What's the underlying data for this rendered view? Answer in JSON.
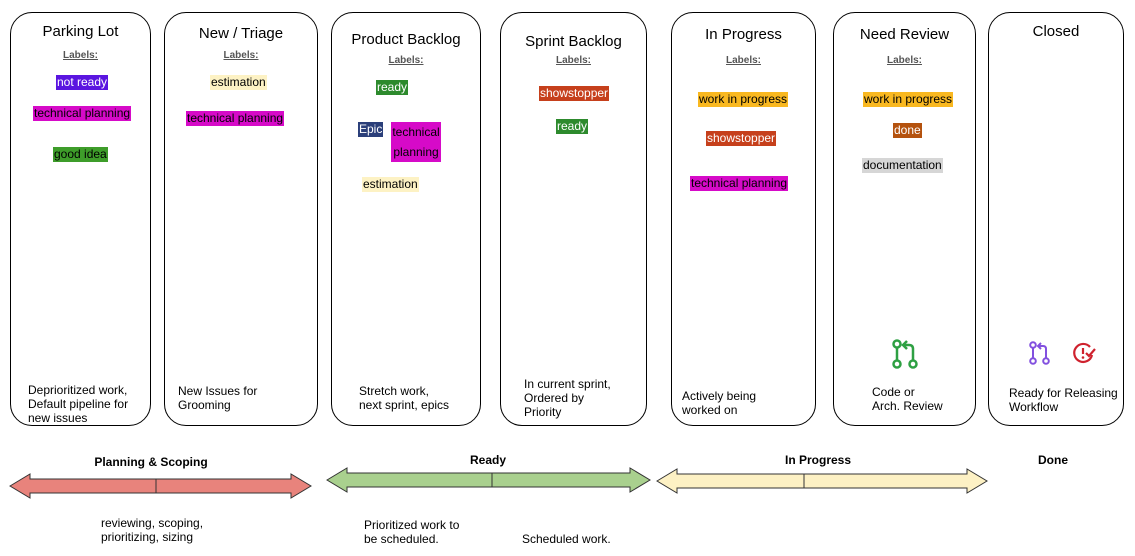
{
  "columns": [
    {
      "title": "Parking Lot",
      "labels_header": "Labels:",
      "description": "Deprioritized work,\nDefault pipeline for\nnew issues",
      "tags": [
        {
          "text": "not ready",
          "bg": "#5a15e0",
          "fg": "#ffffff"
        },
        {
          "text": "technical planning",
          "bg": "#d60ac8",
          "fg": "#000000"
        },
        {
          "text": "good idea",
          "bg": "#3e9d2a",
          "fg": "#000000"
        }
      ]
    },
    {
      "title": "New / Triage",
      "labels_header": "Labels:",
      "description": "New Issues for\nGrooming",
      "tags": [
        {
          "text": "estimation",
          "bg": "#fdf2c4",
          "fg": "#000000"
        },
        {
          "text": "technical planning",
          "bg": "#d60ac8",
          "fg": "#000000"
        }
      ]
    },
    {
      "title": "Product Backlog",
      "labels_header": "Labels:",
      "description": "Stretch work,\nnext sprint, epics",
      "tags": [
        {
          "text": "ready",
          "bg": "#2d8a2d",
          "fg": "#ffffff"
        },
        {
          "text": "Epic",
          "bg": "#2b3f7a",
          "fg": "#ffffff"
        },
        {
          "text": "technical\nplanning",
          "bg": "#d60ac8",
          "fg": "#000000"
        },
        {
          "text": "estimation",
          "bg": "#fdf2c4",
          "fg": "#000000"
        }
      ]
    },
    {
      "title": "Sprint Backlog",
      "labels_header": "Labels:",
      "description": "In current sprint,\nOrdered by\nPriority",
      "tags": [
        {
          "text": "showstopper",
          "bg": "#c6401c",
          "fg": "#ffffff"
        },
        {
          "text": "ready",
          "bg": "#2d8a2d",
          "fg": "#ffffff"
        }
      ]
    },
    {
      "title": "In Progress",
      "labels_header": "Labels:",
      "description": "Actively being\nworked on",
      "tags": [
        {
          "text": "work in progress",
          "bg": "#f9b820",
          "fg": "#000000"
        },
        {
          "text": "showstopper",
          "bg": "#c6401c",
          "fg": "#ffffff"
        },
        {
          "text": "technical planning",
          "bg": "#d60ac8",
          "fg": "#000000"
        }
      ]
    },
    {
      "title": "Need Review",
      "labels_header": "Labels:",
      "description": "Code or\nArch. Review",
      "tags": [
        {
          "text": "work in progress",
          "bg": "#f9b820",
          "fg": "#000000"
        },
        {
          "text": "done",
          "bg": "#b4520e",
          "fg": "#ffffff"
        },
        {
          "text": "documentation",
          "bg": "#d6d6d6",
          "fg": "#000000"
        }
      ]
    },
    {
      "title": "Closed",
      "labels_header": "",
      "description": "Ready for Releasing\nWorkflow",
      "tags": []
    }
  ],
  "icons": {
    "review": "pull-request-icon",
    "closed": [
      "merged-pr-icon",
      "closed-issue-icon"
    ]
  },
  "bands": [
    {
      "title": "Planning & Scoping",
      "fill": "#e8837c",
      "description": "reviewing, scoping,\nprioritizing, sizing"
    },
    {
      "title": "Ready",
      "fill": "#a9d08e",
      "description": "Prioritized work to\nbe scheduled.",
      "description2": "Scheduled work."
    },
    {
      "title": "In Progress",
      "fill": "#fdf1c4"
    },
    {
      "title": "Done"
    }
  ]
}
